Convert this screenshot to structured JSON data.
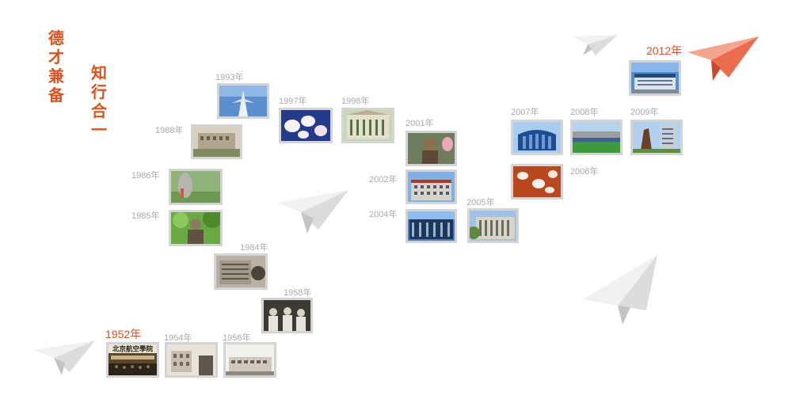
{
  "motto": {
    "line1": "德才兼备",
    "line2": "知行合一"
  },
  "timeline": [
    {
      "year": "1952年",
      "highlight": true,
      "banner": "北京航空學院"
    },
    {
      "year": "1954年"
    },
    {
      "year": "1956年"
    },
    {
      "year": "1958年"
    },
    {
      "year": "1984年"
    },
    {
      "year": "1985年"
    },
    {
      "year": "1986年"
    },
    {
      "year": "1988年"
    },
    {
      "year": "1993年"
    },
    {
      "year": "1997年"
    },
    {
      "year": "1998年"
    },
    {
      "year": "2001年"
    },
    {
      "year": "2002年"
    },
    {
      "year": "2004年"
    },
    {
      "year": "2005年"
    },
    {
      "year": "2006年"
    },
    {
      "year": "2007年"
    },
    {
      "year": "2008年"
    },
    {
      "year": "2009年"
    },
    {
      "year": "2012年",
      "highlight": true
    }
  ],
  "colors": {
    "accent": "#d9531e",
    "year_label": "#aaaaaa",
    "photo_border": "#d4d4d4"
  }
}
